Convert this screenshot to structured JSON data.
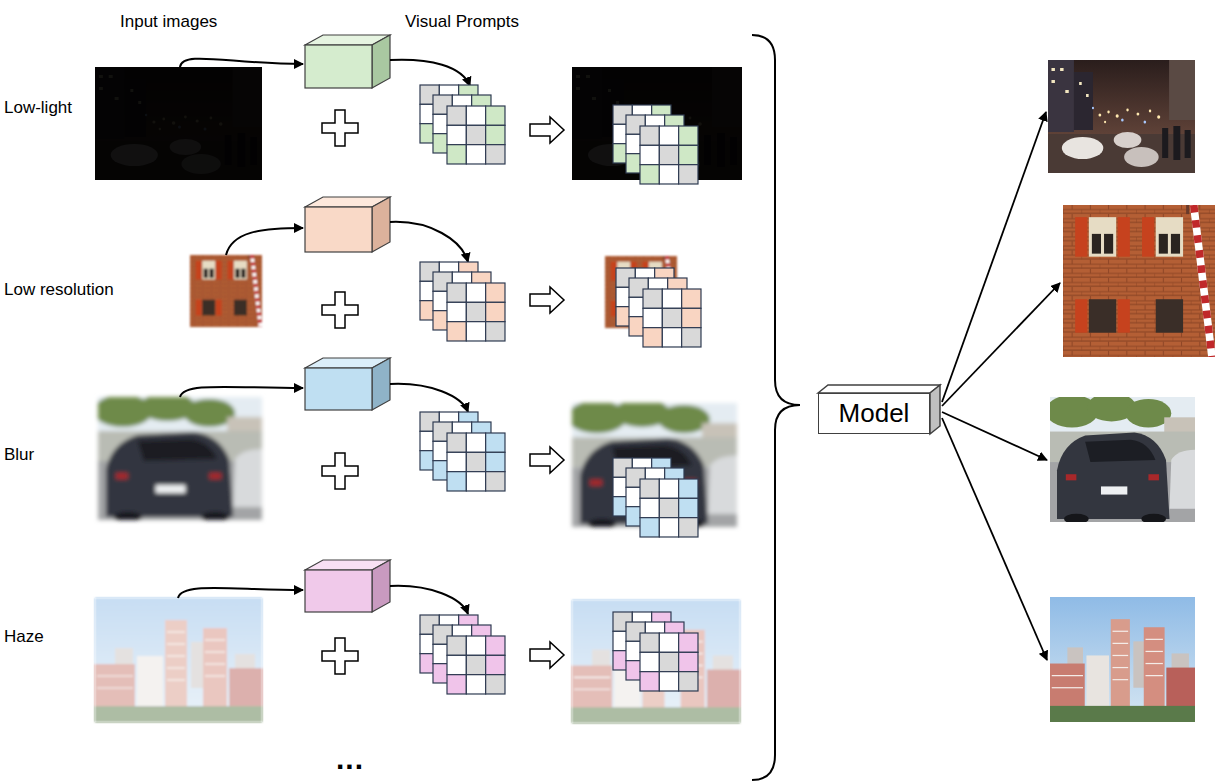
{
  "diagram": {
    "nodes": [
      {
        "text": [
          "Model"
        ]
      }
    ],
    "labels": [
      "Input images",
      "Visual Prompts",
      "Low-light",
      "Low resolution",
      "Blur",
      "Haze",
      "..."
    ]
  }
}
